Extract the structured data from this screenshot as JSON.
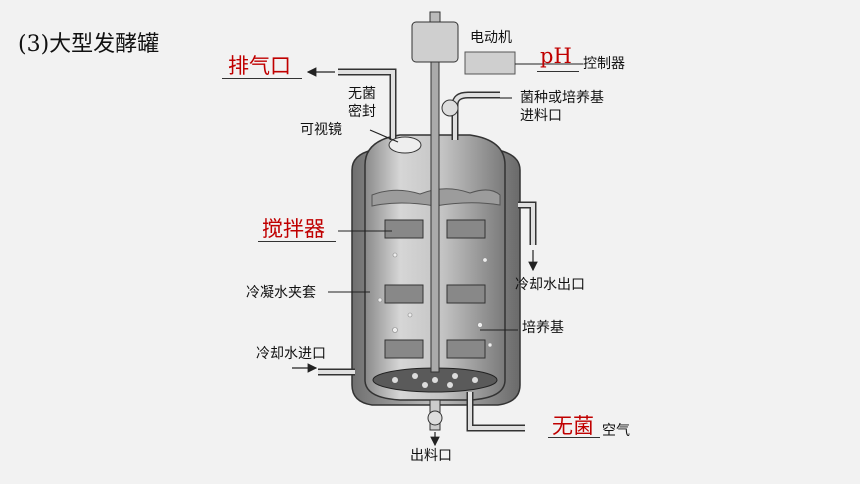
{
  "title": "(3)大型发酵罐",
  "labels": {
    "motor": "电动机",
    "ph_controller": "控制器",
    "sterile_seal": [
      "无菌",
      "密封"
    ],
    "sight_glass": "可视镜",
    "inlet": [
      "菌种或培养基",
      "进料口"
    ],
    "cooling_jacket": "冷凝水夹套",
    "cooling_in": "冷却水进口",
    "cooling_out": "冷却水出口",
    "medium": "培养基",
    "outlet": "出料口",
    "air": "空气"
  },
  "answers": {
    "exhaust": "排气口",
    "ph": "pH",
    "stirrer": "搅拌器",
    "sterile": "无菌"
  }
}
